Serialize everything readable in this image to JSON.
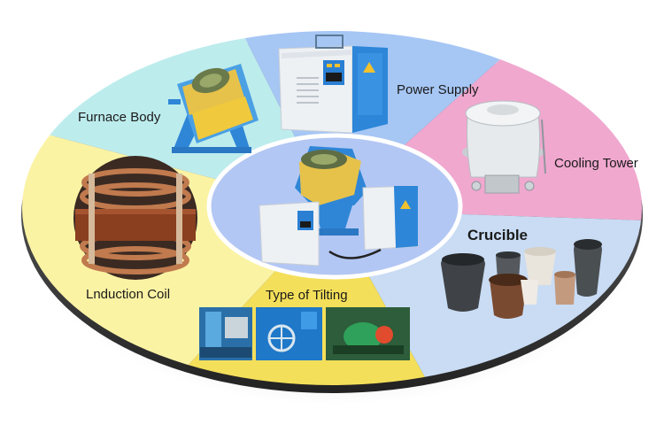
{
  "segments": [
    {
      "label": "Furnace Body",
      "color": "#bdeced"
    },
    {
      "label": "Power Supply",
      "color": "#a6c6f4"
    },
    {
      "label": "Cooling Tower",
      "color": "#f0a8cf"
    },
    {
      "label": "Crucible",
      "color": "#c9dcf4"
    },
    {
      "label": "Type of Tilting",
      "color": "#f4df5a"
    },
    {
      "label": "Lnduction Coil",
      "color": "#fbf3a4"
    }
  ],
  "center_color": "#b3c7f4",
  "rim_color": "#3a3a3a"
}
